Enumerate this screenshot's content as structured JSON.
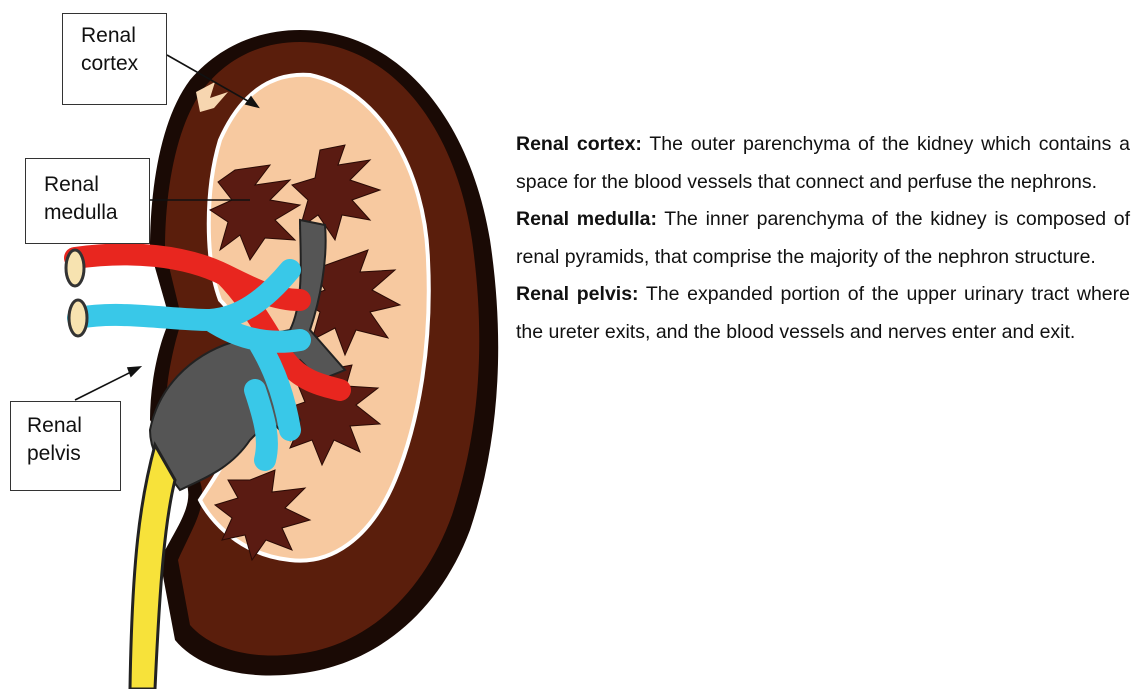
{
  "labels": {
    "cortex": "Renal\ncortex",
    "medulla": "Renal\nmedulla",
    "pelvis": "Renal\npelvis"
  },
  "descriptions": [
    {
      "term": "Renal cortex:",
      "text": " The outer parenchyma of the kidney which contains a space for the blood vessels that connect and perfuse the nephrons."
    },
    {
      "term": "Renal medulla:",
      "text": " The inner parenchyma of the kidney is composed of renal pyramids, that comprise the majority of the nephron structure."
    },
    {
      "term": "Renal pelvis:",
      "text": " The expanded portion of the upper urinary tract where the ureter exits, and the blood vessels and nerves enter and exit."
    }
  ],
  "colors": {
    "capsule": "#5a1e0c",
    "capsule_dark": "#1a0a05",
    "cortex": "#f7c9a0",
    "medulla": "#5a1b12",
    "pelvis": "#555555",
    "artery": "#e8261f",
    "vein": "#39c8e8",
    "ureter": "#f7e23a"
  }
}
